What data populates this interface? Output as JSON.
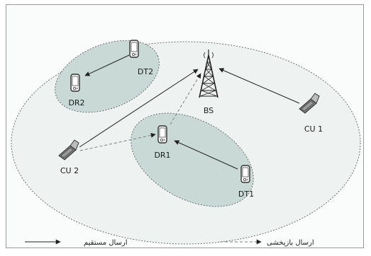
{
  "colors": {
    "cell_fill": "#eef3f2",
    "cluster_fill": "#c9dad6",
    "dash": "#7f7f7f",
    "line": "#222222"
  },
  "nodes": {
    "bs": "BS",
    "cu1": "CU 1",
    "cu2": "CU 2",
    "dr1": "DR1",
    "dt1": "DT1",
    "dr2": "DR2",
    "dt2": "DT2"
  },
  "legend": {
    "direct": "ارسال مستقیم",
    "relay": "ارسال بازپخشی"
  },
  "icons": {
    "bs": "tower-icon",
    "cu": "flip-phone-icon",
    "device": "smartphone-icon"
  }
}
